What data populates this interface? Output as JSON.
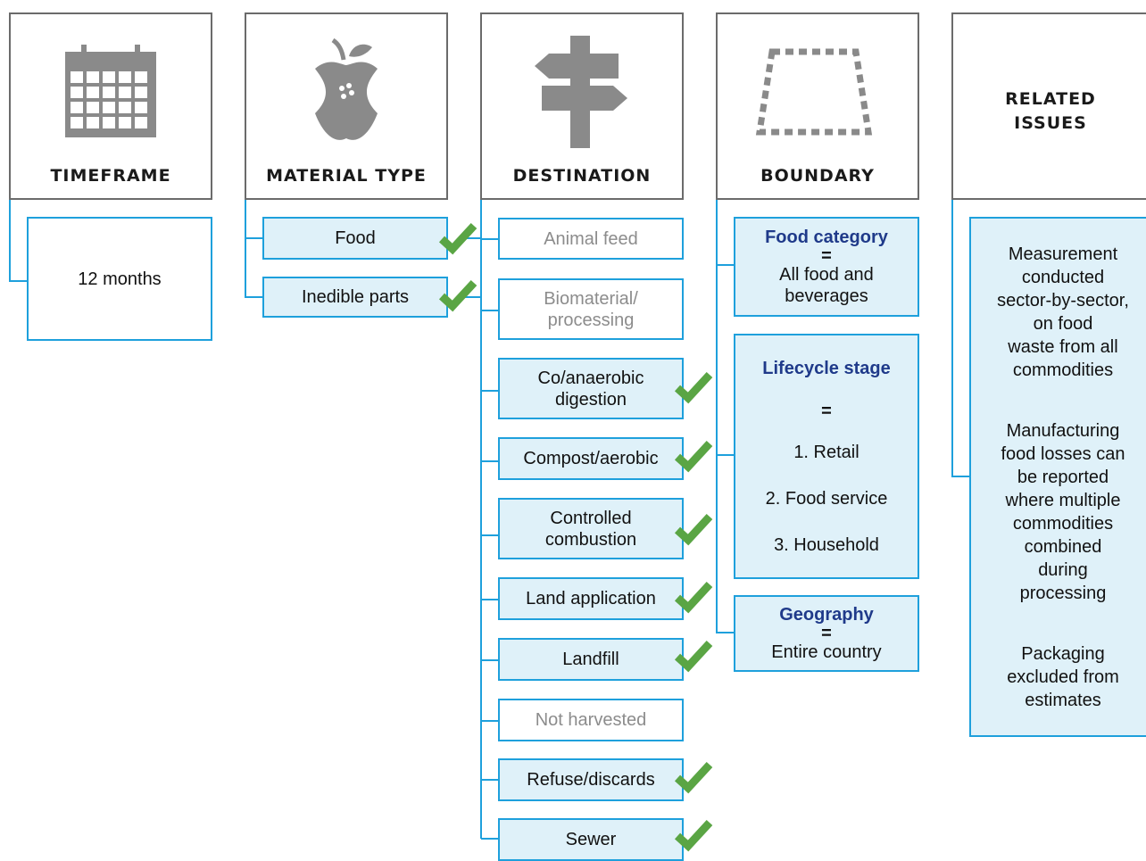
{
  "columns": {
    "timeframe": {
      "title": "TIMEFRAME",
      "icon": "calendar-icon",
      "value": "12 months"
    },
    "material_type": {
      "title": "MATERIAL TYPE",
      "icon": "eaten-apple-icon",
      "items": [
        {
          "label": "Food",
          "included": true
        },
        {
          "label": "Inedible parts",
          "included": true
        }
      ]
    },
    "destination": {
      "title": "DESTINATION",
      "icon": "signpost-icon",
      "items": [
        {
          "label": "Animal feed",
          "included": false
        },
        {
          "label": "Biomaterial/ processing",
          "line1": "Biomaterial/",
          "line2": "processing",
          "included": false
        },
        {
          "label": "Co/anaerobic digestion",
          "line1": "Co/anaerobic",
          "line2": "digestion",
          "included": true
        },
        {
          "label": "Compost/aerobic",
          "included": true
        },
        {
          "label": "Controlled combustion",
          "line1": "Controlled",
          "line2": "combustion",
          "included": true
        },
        {
          "label": "Land application",
          "included": true
        },
        {
          "label": "Landfill",
          "included": true
        },
        {
          "label": "Not harvested",
          "included": false
        },
        {
          "label": "Refuse/discards",
          "included": true
        },
        {
          "label": "Sewer",
          "included": true
        }
      ]
    },
    "boundary": {
      "title": "BOUNDARY",
      "icon": "dashed-boundary-icon",
      "food_category": {
        "heading": "Food category",
        "equals": "=",
        "line1": "All food and",
        "line2": "beverages"
      },
      "lifecycle_stage": {
        "heading": "Lifecycle stage",
        "equals": "=",
        "stages": [
          "1. Retail",
          "2. Food service",
          "3. Household"
        ]
      },
      "geography": {
        "heading": "Geography",
        "equals": "=",
        "value": "Entire country"
      }
    },
    "related_issues": {
      "title_line1": "RELATED",
      "title_line2": "ISSUES",
      "issues": [
        [
          "Measurement",
          "conducted",
          "sector-by-sector,",
          "on food",
          "waste from all",
          "commodities"
        ],
        [
          "Manufacturing",
          "food losses can",
          "be reported",
          "where multiple",
          "commodities",
          "combined",
          "during",
          "processing"
        ],
        [
          "Packaging",
          "excluded from",
          "estimates"
        ]
      ]
    }
  },
  "colors": {
    "accent": "#1ea0dc",
    "box_fill": "#dff1f9",
    "check": "#5aa544",
    "header_border": "#6b6b6b",
    "icon": "#8a8a8a",
    "muted_text": "#8c8c8c",
    "heading_blue": "#1f3a8a"
  }
}
